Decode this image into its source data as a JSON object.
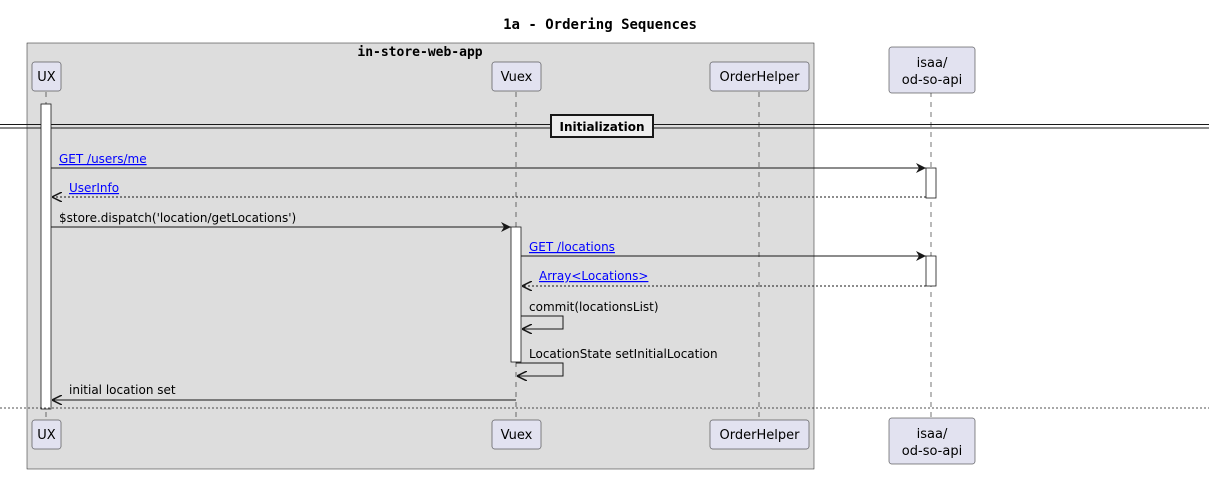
{
  "title": "1a - Ordering Sequences",
  "box": {
    "label": "in-store-web-app"
  },
  "participants": {
    "ux": "UX",
    "vuex": "Vuex",
    "orderhelper": "OrderHelper",
    "api_line1": "isaa/",
    "api_line2": "od-so-api"
  },
  "divider": "Initialization",
  "messages": {
    "m1": "GET /users/me",
    "m2": "UserInfo",
    "m3": "$store.dispatch('location/getLocations')",
    "m4": "GET /locations",
    "m5": "Array<Locations>",
    "m6": "commit(locationsList)",
    "m7": "LocationState setInitialLocation",
    "m8": "initial location set"
  },
  "colors": {
    "participant_fill": "#E2E2F0",
    "box_fill": "#DDDDDD",
    "link": "#0000FF"
  }
}
